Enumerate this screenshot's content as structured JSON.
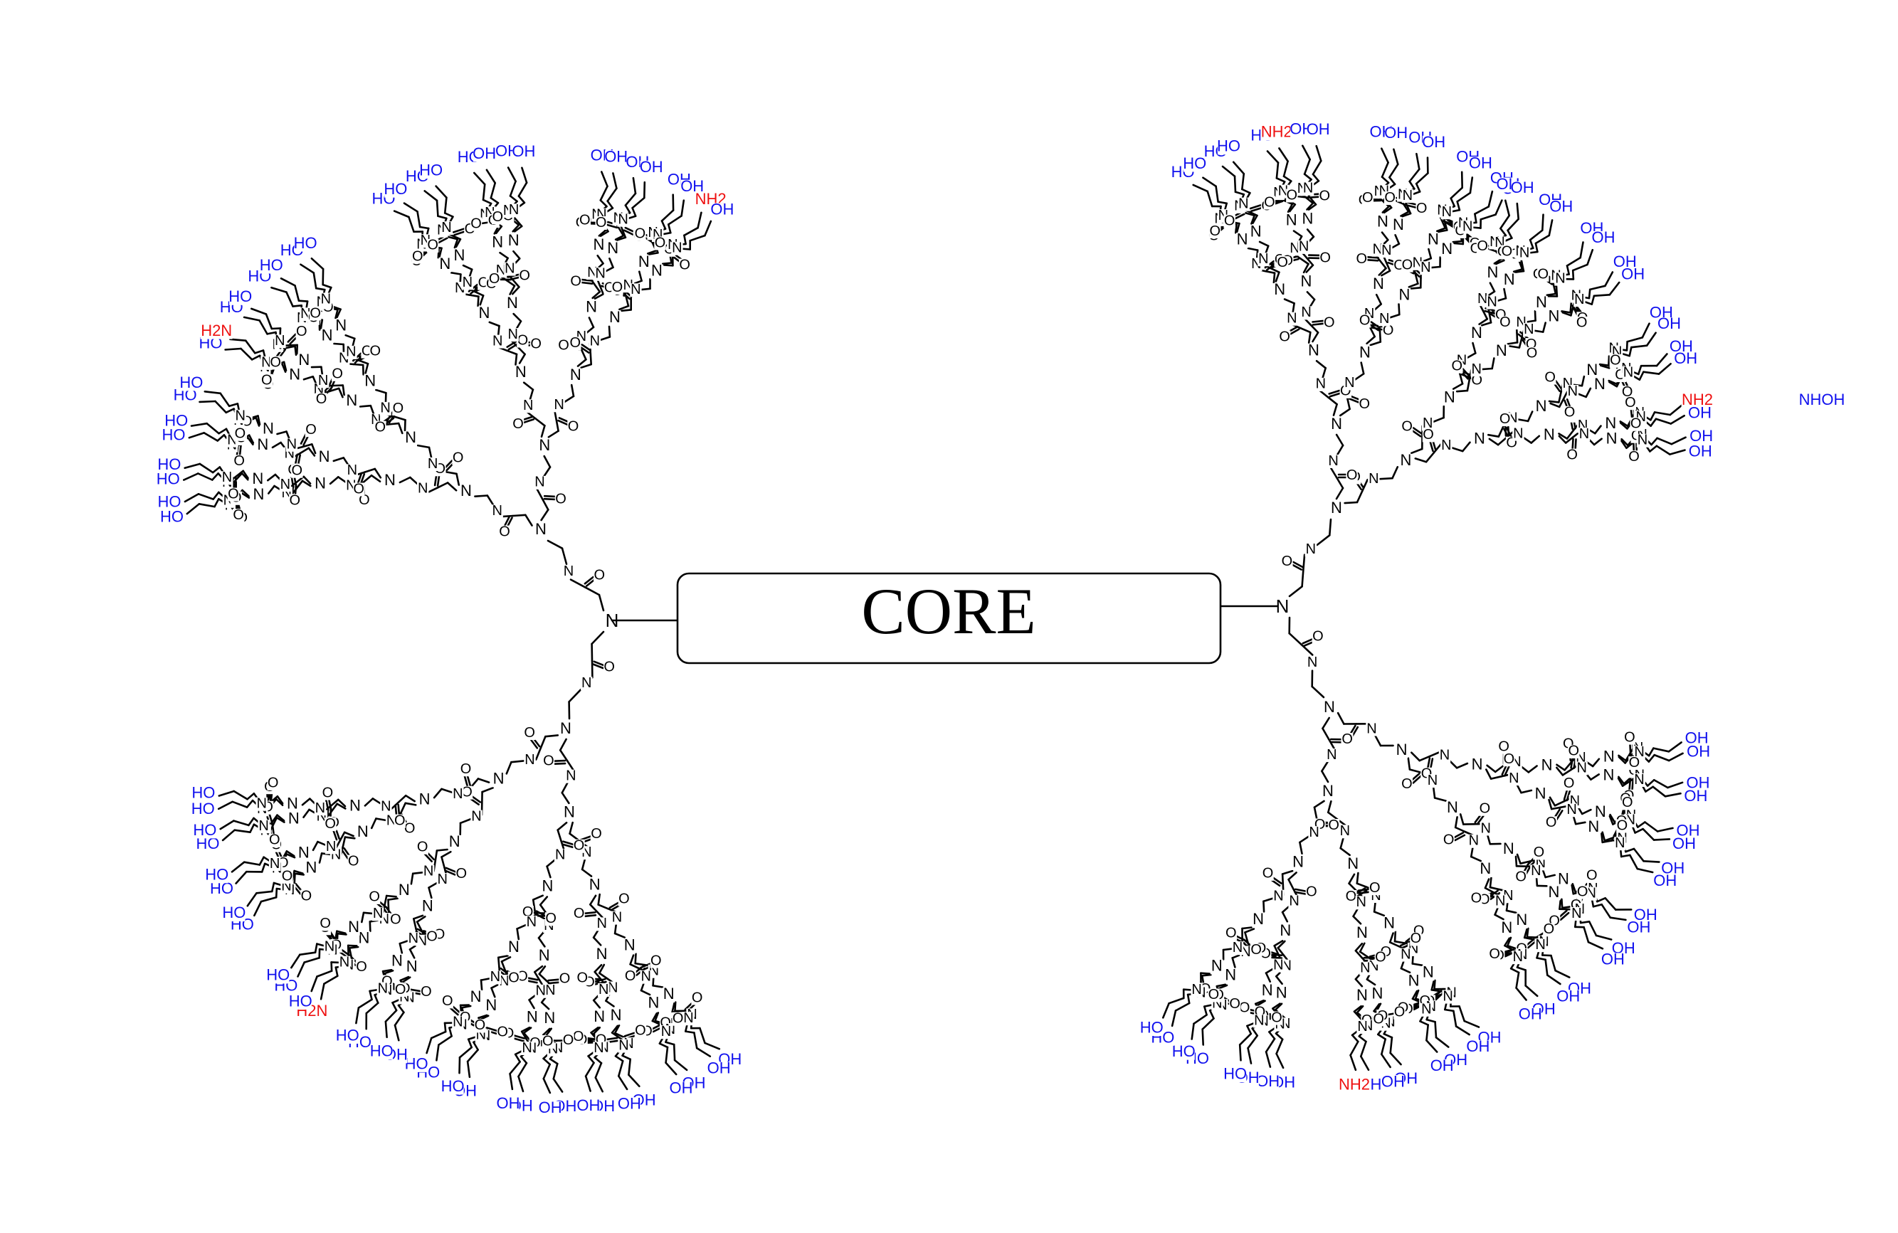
{
  "core": {
    "label": "CORE"
  },
  "atoms": {
    "nitrogen": "N",
    "oxygen": "O",
    "hydroxyl": "OH",
    "hydroxyl_left": "HO",
    "amine": "NH2",
    "amine_left": "H2N",
    "hydroxylamine": "NHOH"
  },
  "colors": {
    "bond": "#000000",
    "hydroxyl": "#1010ee",
    "amine": "#ee1010",
    "text": "#000000"
  }
}
